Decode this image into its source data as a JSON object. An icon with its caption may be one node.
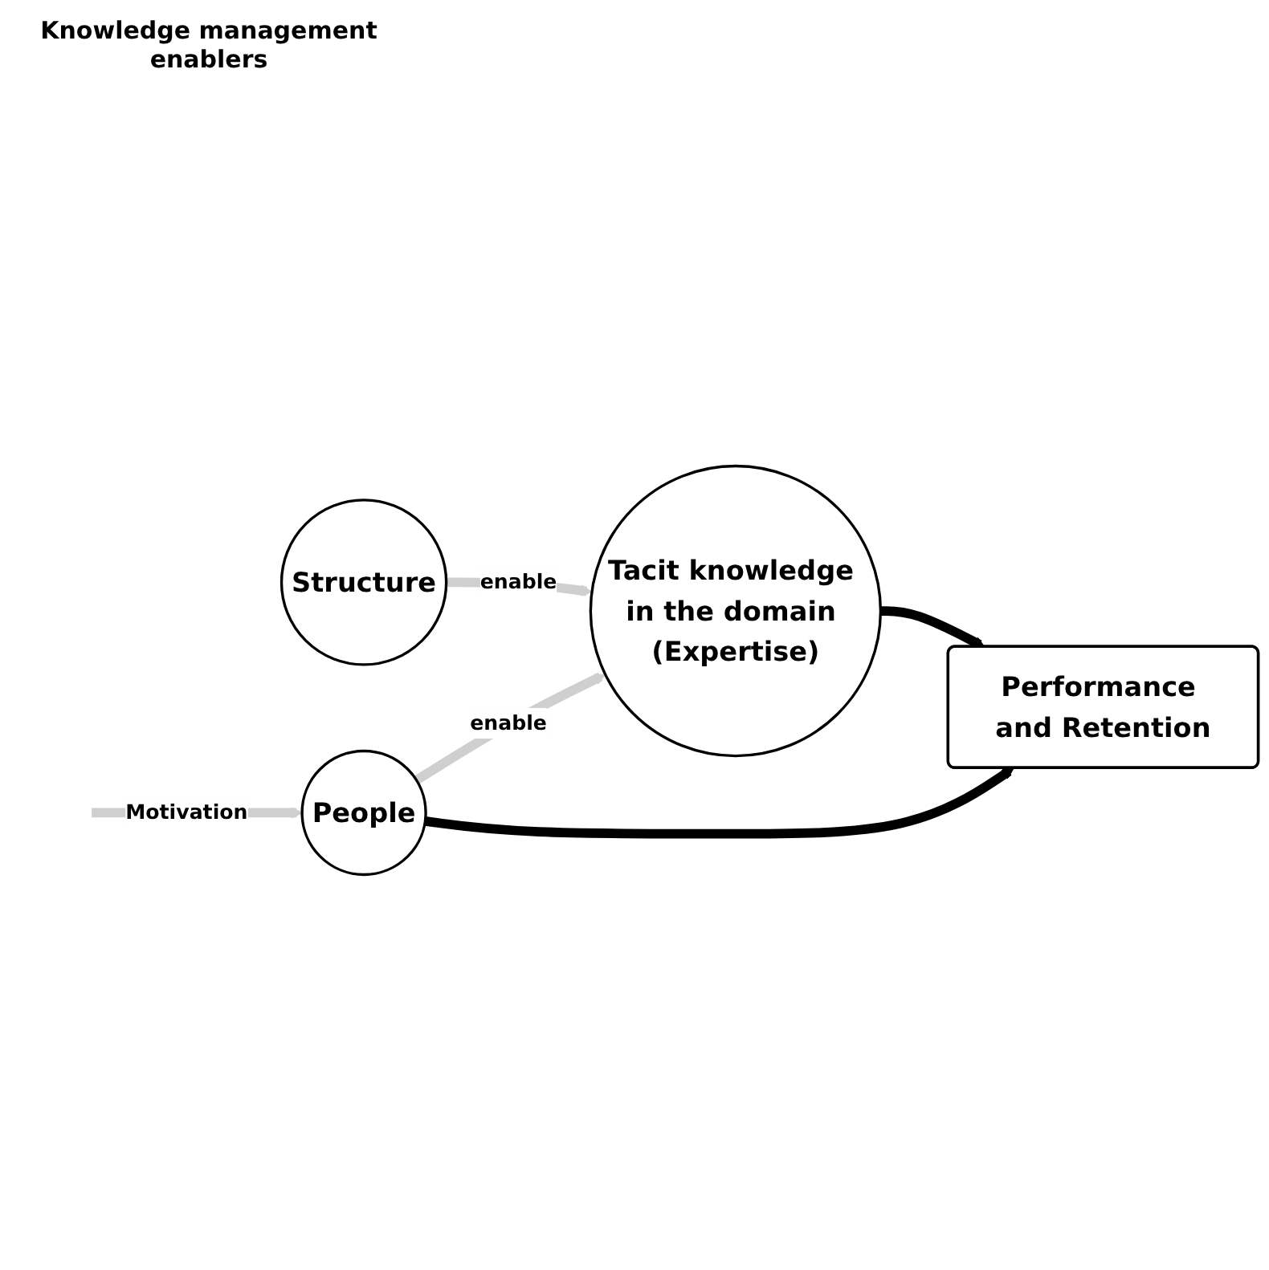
{
  "diagram": {
    "title": "Knowledge management enablers",
    "nodes": [
      {
        "text": [
          "Structure"
        ]
      },
      {
        "text": [
          "People"
        ]
      },
      {
        "text": [
          "Tacit knowledge in the domain (Expertise)"
        ]
      },
      {
        "text": [
          "Performance and Retention"
        ]
      }
    ],
    "edges": [
      {
        "from": 0,
        "to": 2,
        "arrow": "to",
        "label": "enable"
      },
      {
        "from": 1,
        "to": 2,
        "arrow": "to",
        "label": "enable"
      },
      {
        "from": 1,
        "to": 3,
        "arrow": "to",
        "color": "#000000"
      },
      {
        "from": 2,
        "to": 3,
        "arrow": "to",
        "color": "#000000"
      },
      {
        "from": null,
        "to": 1,
        "arrow": "to",
        "label": "Motivation"
      }
    ]
  }
}
